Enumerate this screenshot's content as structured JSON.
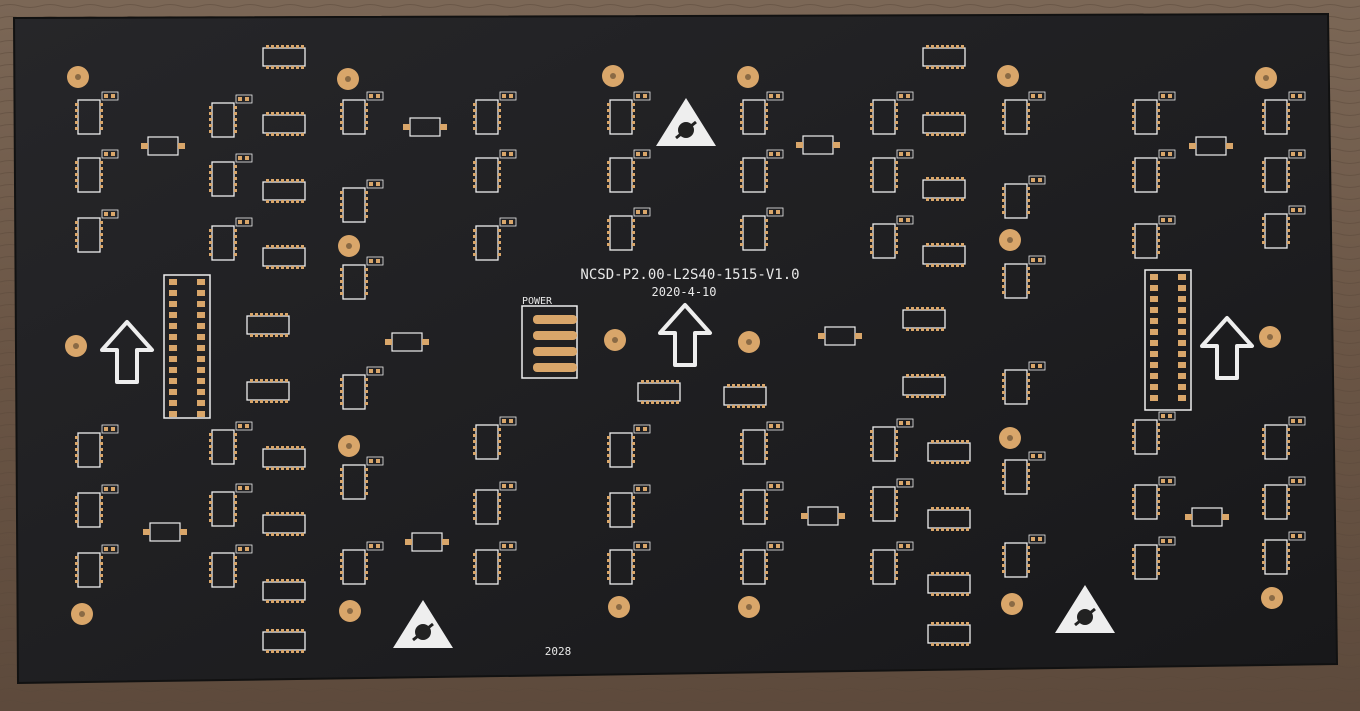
{
  "board": {
    "title": "NCSD-P2.00-L2S40-1515-V1.0",
    "date": "2020-4-10",
    "power_label": "POWER",
    "code": "2028"
  },
  "colors": {
    "wood": "#6e5a4a",
    "board": "#1f1f21",
    "pad": "#d9a66a",
    "silk": "#eeeeee"
  }
}
